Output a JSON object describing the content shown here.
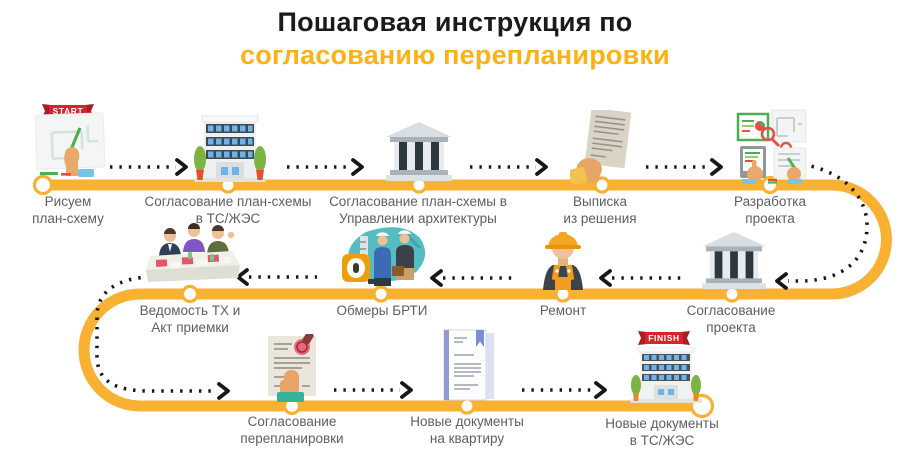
{
  "title": {
    "line1": "Пошаговая инструкция по",
    "line2": "согласованию перепланировки"
  },
  "flags": {
    "start": "START",
    "finish": "FINISH"
  },
  "colors": {
    "title_accent": "#FCB216",
    "path_yellow": "#F8B133",
    "arrow_black": "#171717",
    "label_gray": "#5D5E60",
    "flag_red": "#D8232A"
  },
  "steps": [
    {
      "label": "Рисуем\nплан-схему",
      "icon": "plan-drawing-icon"
    },
    {
      "label": "Согласование план-схемы\nв ТС/ЖЭС",
      "icon": "housing-office-building-icon"
    },
    {
      "label": "Согласование план-схемы в\nУправлении архитектуры",
      "icon": "architecture-authority-icon"
    },
    {
      "label": "Выписка\nиз решения",
      "icon": "decision-extract-icon"
    },
    {
      "label": "Разработка\nпроекта",
      "icon": "project-development-icon"
    },
    {
      "label": "Согласование\nпроекта",
      "icon": "project-approval-icon"
    },
    {
      "label": "Ремонт",
      "icon": "repair-worker-icon"
    },
    {
      "label": "Обмеры БРТИ",
      "icon": "brti-measurement-icon"
    },
    {
      "label": "Ведомость ТХ и\nАкт приемки",
      "icon": "acceptance-commission-icon"
    },
    {
      "label": "Согласование\nперепланировки",
      "icon": "redevelopment-approval-icon"
    },
    {
      "label": "Новые документы\nна квартиру",
      "icon": "apartment-documents-icon"
    },
    {
      "label": "Новые документы\nв ТС/ЖЭС",
      "icon": "final-documents-icon"
    }
  ]
}
